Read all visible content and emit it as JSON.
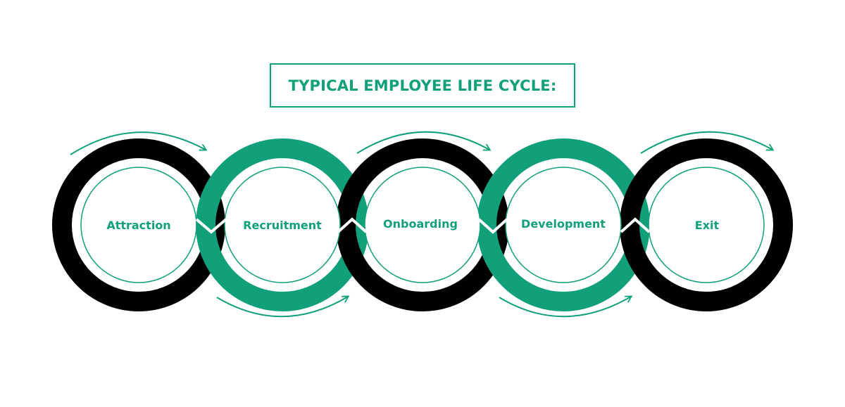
{
  "title": "TYPICAL EMPLOYEE LIFE CYCLE:",
  "stages": [
    {
      "label": "Attraction",
      "ring_color": "#000000"
    },
    {
      "label": "Recruitment",
      "ring_color": "#12a07b"
    },
    {
      "label": "Onboarding",
      "ring_color": "#000000"
    },
    {
      "label": "Development",
      "ring_color": "#12a07b"
    },
    {
      "label": "Exit",
      "ring_color": "#000000"
    }
  ],
  "colors": {
    "accent": "#12a07b",
    "dark": "#000000",
    "background": "#ffffff"
  }
}
